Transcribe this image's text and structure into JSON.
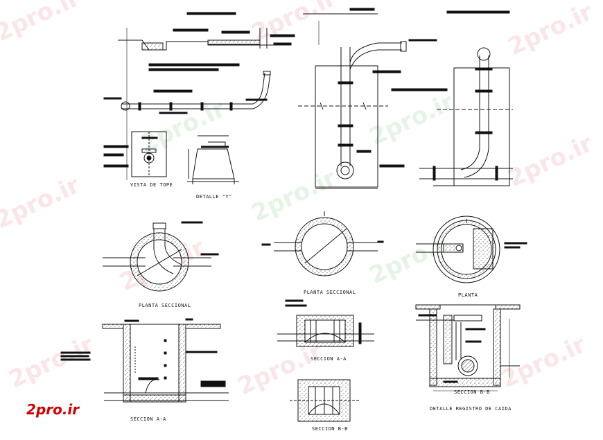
{
  "watermark": "2pro.ir",
  "logo": "2pro.ir",
  "labels": {
    "vista_de_tope": "VISTA DE TOPE",
    "detalle_y": "DETALLE \"Y\"",
    "planta_seccional_1": "PLANTA SECCIONAL",
    "planta_seccional_2": "PLANTA SECCIONAL",
    "planta": "PLANTA",
    "seccion_aa_1": "SECCION A-A",
    "seccion_aa_2": "SECCION A-A",
    "seccion_bb_1": "SECCION B-B",
    "seccion_bb_2": "SECCION B-B",
    "detalle_registro": "DETALLE REGISTRO DE CAIDA"
  },
  "colors": {
    "line": "#111111",
    "watermark_red": "#f3b8b8",
    "watermark_green": "#b8e0b8",
    "logo": "#d40000"
  }
}
